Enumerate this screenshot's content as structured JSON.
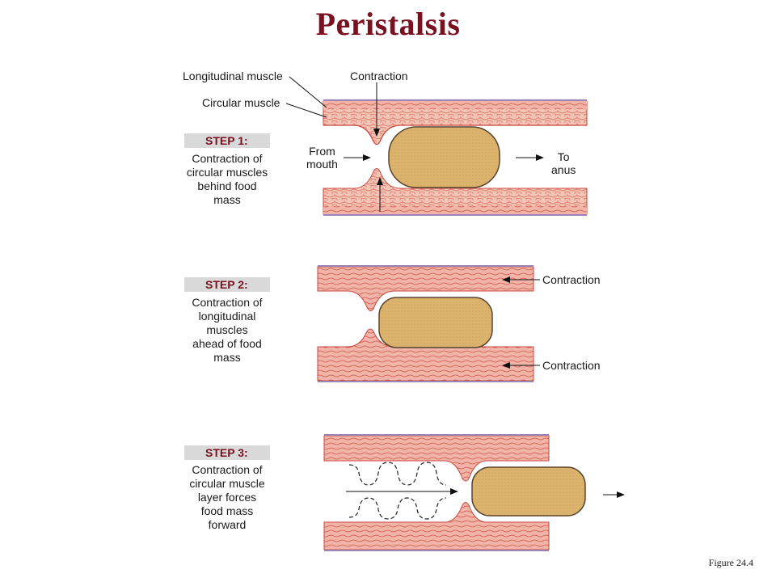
{
  "title": "Peristalsis",
  "figure_caption": "Figure 24.4",
  "colors": {
    "title": "#7a1020",
    "muscle": "#f2b4a8",
    "muscle_line": "#c9463c",
    "mucosa": "#f6d7c6",
    "food": "#dcb46e",
    "lining": "#b89bc8"
  },
  "panel1": {
    "label_longitudinal": "Longitudinal muscle",
    "label_circular": "Circular muscle",
    "label_contraction": "Contraction",
    "label_from_mouth": "From\nmouth",
    "label_to_anus": "To\nanus"
  },
  "panel2": {
    "label_contraction_top": "Contraction",
    "label_contraction_bottom": "Contraction"
  },
  "steps": [
    {
      "heading": "STEP 1:",
      "text": "Contraction of\ncircular muscles\nbehind food\nmass"
    },
    {
      "heading": "STEP 2:",
      "text": "Contraction of\nlongitudinal\nmuscles\nahead of food\nmass"
    },
    {
      "heading": "STEP 3:",
      "text": "Contraction of\ncircular muscle\nlayer forces\nfood mass\nforward"
    }
  ]
}
